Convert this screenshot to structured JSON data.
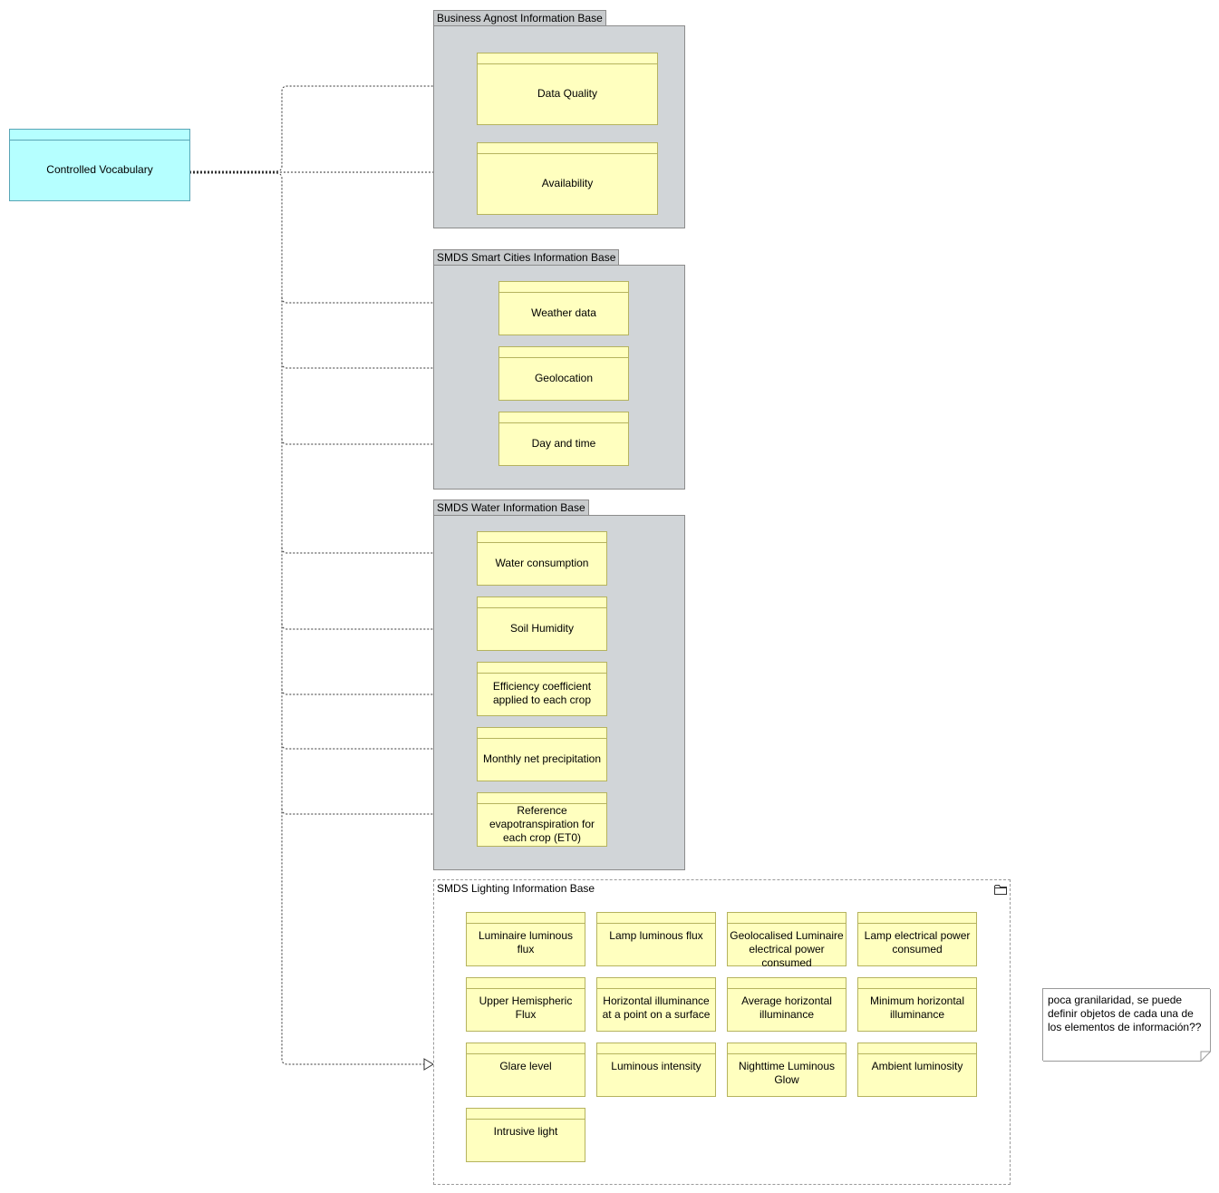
{
  "controlled_vocabulary": "Controlled Vocabulary",
  "groups": {
    "business": {
      "title": "Business Agnost Information Base",
      "items": [
        "Data Quality",
        "Availability"
      ]
    },
    "smart_cities": {
      "title": "SMDS Smart Cities Information Base",
      "items": [
        "Weather data",
        "Geolocation",
        "Day and time"
      ]
    },
    "water": {
      "title": "SMDS Water Information Base",
      "items": [
        "Water consumption",
        "Soil Humidity",
        "Efficiency coefficient applied to each crop",
        "Monthly net precipitation",
        "Reference evapotranspiration for each crop (ET0)"
      ]
    },
    "lighting": {
      "title": "SMDS Lighting Information Base",
      "items": [
        "Luminaire luminous flux",
        "Lamp luminous flux",
        "Geolocalised Luminaire electrical power consumed",
        "Lamp electrical power consumed",
        "Upper Hemispheric Flux",
        "Horizontal illuminance at a point on a surface",
        "Average horizontal illuminance",
        "Minimum horizontal illuminance",
        "Glare level",
        "Luminous intensity",
        "Nighttime Luminous Glow",
        "Ambient luminosity",
        "Intrusive light"
      ]
    }
  },
  "note": "poca granilaridad, se puede definir objetos de cada una de los elementos de información??",
  "icons": {
    "lighting_group": "folder-icon"
  },
  "colors": {
    "element_fill": "#ffffbf",
    "vocabulary_fill": "#b5ffff",
    "group_fill": "#d1d5d8"
  }
}
